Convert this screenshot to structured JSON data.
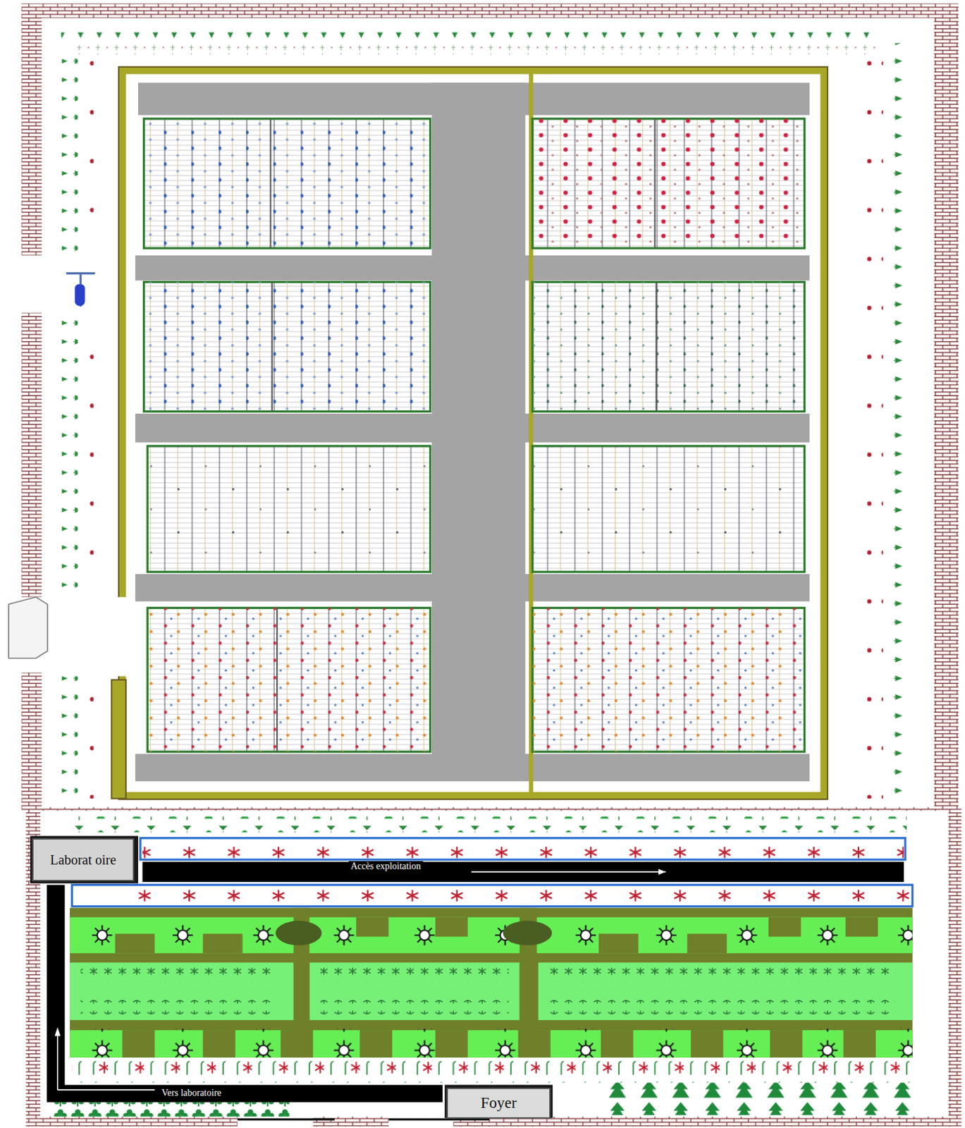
{
  "diagram": {
    "nodes": [
      {
        "text": [
          "Laborat oire"
        ]
      },
      {
        "text": [
          "Foyer"
        ]
      }
    ],
    "labels": [
      "Accès exploitation",
      "Vers laboratoire"
    ]
  }
}
